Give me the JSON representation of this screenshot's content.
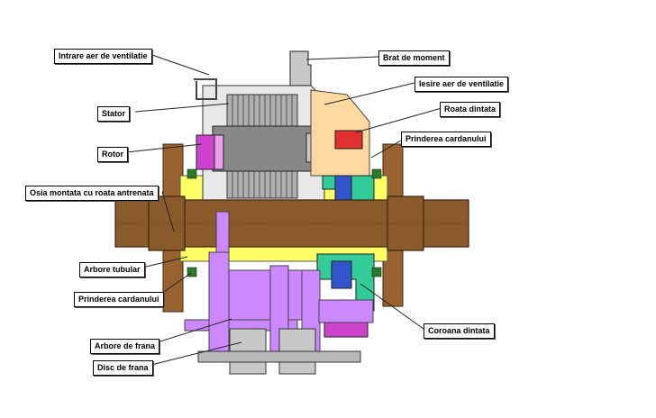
{
  "labels": {
    "intrare_aer": "Intrare aer de ventilatie",
    "brat_moment": "Brat de moment",
    "stator": "Stator",
    "iesire_aer": "Iesire aer de ventilatie",
    "roata_dintata": "Roata dintata",
    "rotor": "Rotor",
    "prinderea_cardanului_top": "Prinderea cardanului",
    "osia_montata": "Osia montata cu roata antrenata",
    "arbore_tubular": "Arbore tubular",
    "prinderea_cardanului_bottom": "Prinderea cardanului",
    "coroana_dintata": "Coroana dintata",
    "arbore_frana": "Arbore de frana",
    "disc_frana": "Disc de frana"
  },
  "colors": {
    "axle": "#8B5A2B",
    "tube": "#FFFF66",
    "stator": "#B0B0B0",
    "rotor": "#808080",
    "gear_housing": "#FFD9A0",
    "gear_red": "#E03030",
    "cardan": "#33CC99",
    "coupling_blue": "#3355CC",
    "brake": "#CC88FF",
    "rotor_end": "#CC44CC",
    "wheel": "#9A6230"
  }
}
